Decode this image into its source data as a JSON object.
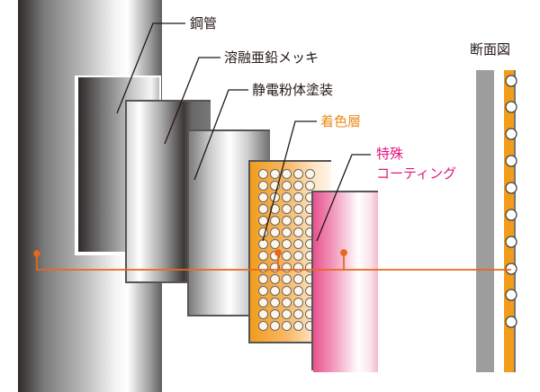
{
  "diagram": {
    "type": "layered-coating-cross-section",
    "layers": [
      {
        "id": "steel-pipe",
        "label": "鋼管",
        "label_color": "#231815"
      },
      {
        "id": "hot-dip-galvanizing",
        "label": "溶融亜鉛メッキ",
        "label_color": "#231815"
      },
      {
        "id": "electrostatic-powder-coating",
        "label": "静電粉体塗装",
        "label_color": "#231815"
      },
      {
        "id": "color-layer",
        "label": "着色層",
        "label_color": "#ee8a1a"
      },
      {
        "id": "special-coating",
        "label_line1": "特殊",
        "label_line2": "コーティング",
        "label_color": "#e4157e"
      }
    ],
    "section_view": {
      "label": "断面図"
    },
    "colors": {
      "pointer_line": "#e8681b",
      "layer_orange": "#f29c1c",
      "layer_pink": "#e8528f",
      "section_gray": "#9d9d9d"
    }
  }
}
